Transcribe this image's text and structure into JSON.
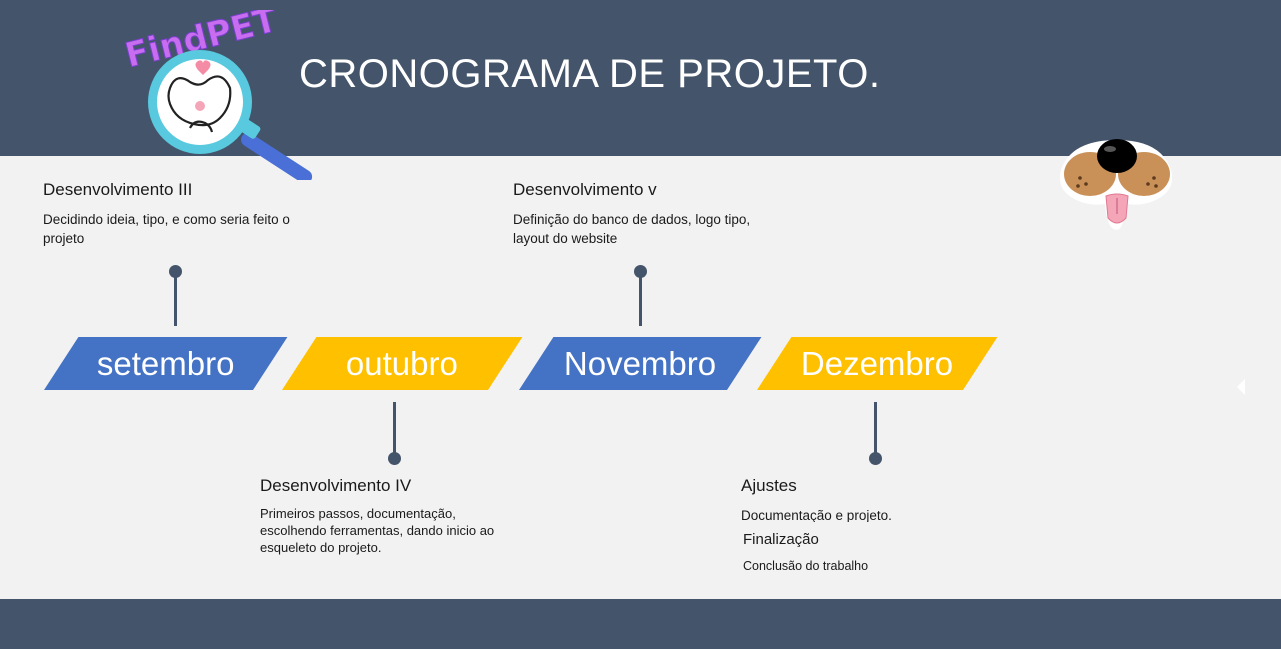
{
  "slide": {
    "title": "CRONOGRAMA DE PROJETO.",
    "logo_text": "FindPET"
  },
  "colors": {
    "header_band": "#44546a",
    "background": "#f2f2f2",
    "month_blue": "#4472c4",
    "month_gold": "#ffc000",
    "connector": "#44546a"
  },
  "months": [
    {
      "label": "setembro",
      "color": "blue"
    },
    {
      "label": "outubro",
      "color": "gold"
    },
    {
      "label": "Novembro",
      "color": "blue"
    },
    {
      "label": "Dezembro",
      "color": "gold"
    }
  ],
  "events": {
    "setembro": {
      "title": "Desenvolvimento III",
      "desc": "Decidindo ideia, tipo, e como seria feito o projeto"
    },
    "outubro": {
      "title": "Desenvolvimento IV",
      "desc": "Primeiros passos, documentação, escolhendo ferramentas, dando inicio ao esqueleto do projeto."
    },
    "novembro": {
      "title": "Desenvolvimento v",
      "desc": "Definição do banco de dados, logo tipo, layout do website"
    },
    "dezembro": {
      "title": "Ajustes",
      "desc": "Documentação e projeto.",
      "extra_title": "Finalização",
      "extra_desc": "Conclusão do trabalho"
    }
  },
  "icons": [
    "findpet-logo-magnifier-icon",
    "dog-face-icon",
    "previous-slide-arrow-icon"
  ]
}
